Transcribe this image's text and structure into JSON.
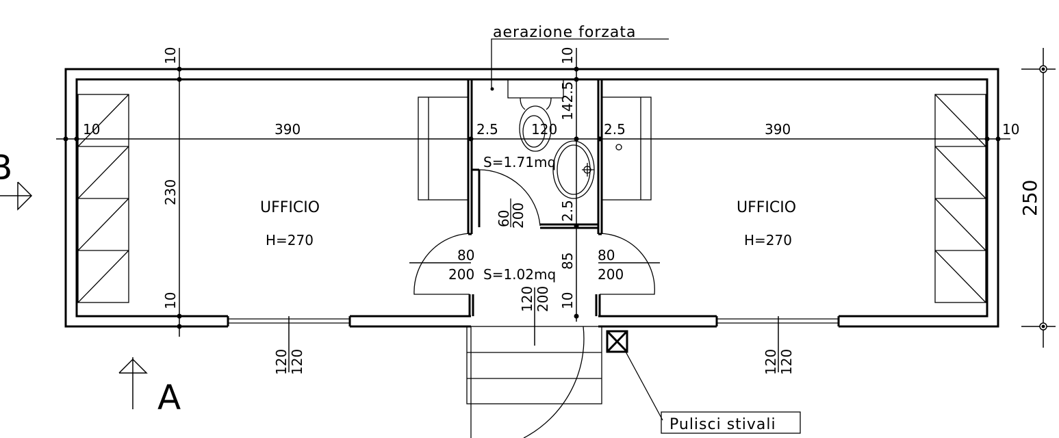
{
  "labels": {
    "ventilation": "aerazione forzata",
    "boot_cleaner": "Pulisci stivali",
    "section_a": "A",
    "section_b": "B"
  },
  "rooms": {
    "left_office": {
      "name": "UFFICIO",
      "height": "H=270"
    },
    "right_office": {
      "name": "UFFICIO",
      "height": "H=270"
    },
    "bathroom_area": "S=1.71mq",
    "antechamber_area": "S=1.02mq"
  },
  "dimensions": {
    "left_wall": "10",
    "left_room_width": "390",
    "partition_left": "2.5",
    "bath_width": "120",
    "partition_right": "2.5",
    "right_room_width": "390",
    "right_wall": "10",
    "top_wall_left": "10",
    "top_wall_mid": "10",
    "room_depth": "230",
    "bottom_wall_left": "10",
    "bath_depth": "142.5",
    "bath_partition": "2.5",
    "ante_depth": "85",
    "bottom_wall_mid": "10",
    "overall_depth": "250"
  },
  "openings": {
    "bath_door_w": "60",
    "bath_door_h": "200",
    "ante_door_left_w": "80",
    "ante_door_left_h": "200",
    "ante_door_right_w": "80",
    "ante_door_right_h": "200",
    "entrance_w": "120",
    "entrance_h": "200",
    "window_left_w": "120",
    "window_left_h": "120",
    "window_right_w": "120",
    "window_right_h": "120"
  }
}
